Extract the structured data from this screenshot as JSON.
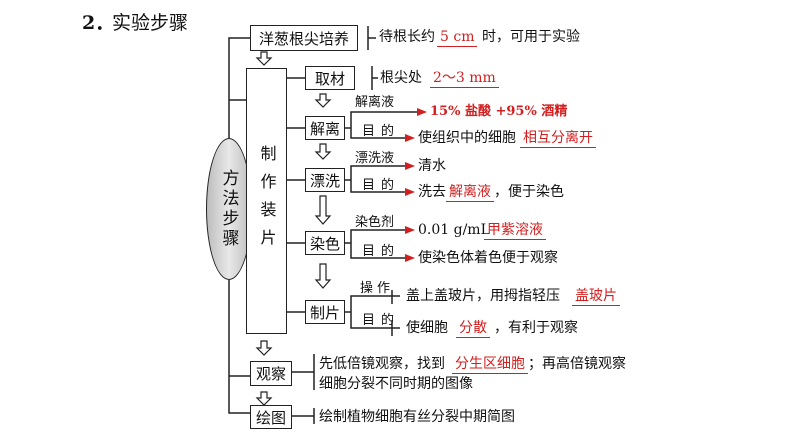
{
  "heading": {
    "number": "2．",
    "title": "实验步骤"
  },
  "method": "方法步骤",
  "step1": {
    "label": "洋葱根尖培养",
    "text_before": "待根长约",
    "value": "5 cm",
    "text_after": "时，可用于实验"
  },
  "make_slide": "制作装片",
  "take": {
    "label": "取材",
    "text": "根尖处",
    "value": "2～3 mm"
  },
  "dissociate": {
    "label": "解离",
    "liquid_label": "解离液",
    "liquid_value": "15% 盐酸 +95% 酒精",
    "purpose_label": "目的",
    "purpose_text": "使组织中的细胞",
    "purpose_value": "相互分离开"
  },
  "rinse": {
    "label": "漂洗",
    "liquid_label": "漂洗液",
    "liquid_value": "清水",
    "purpose_label": "目的",
    "purpose_before": "洗去",
    "purpose_value": "解离液",
    "purpose_after": "，便于染色"
  },
  "stain": {
    "label": "染色",
    "agent_label": "染色剂",
    "agent_conc": "0.01 g/mL",
    "agent_value": "甲紫溶液",
    "purpose_label": "目的",
    "purpose_text": "使染色体着色便于观察"
  },
  "make": {
    "label": "制片",
    "op_label": "操作",
    "op_text": "盖上盖玻片，用拇指轻压",
    "op_value": "盖玻片",
    "purpose_label": "目的",
    "purpose_before": "使细胞",
    "purpose_value": "分散",
    "purpose_after": "，有利于观察"
  },
  "observe": {
    "label": "观察",
    "line1_before": "先低倍镜观察，找到",
    "line1_value": "分生区细胞",
    "line1_after": "；再高倍镜观察",
    "line2": "细胞分裂不同时期的图像"
  },
  "draw": {
    "label": "绘图",
    "text": "绘制植物细胞有丝分裂中期简图"
  }
}
